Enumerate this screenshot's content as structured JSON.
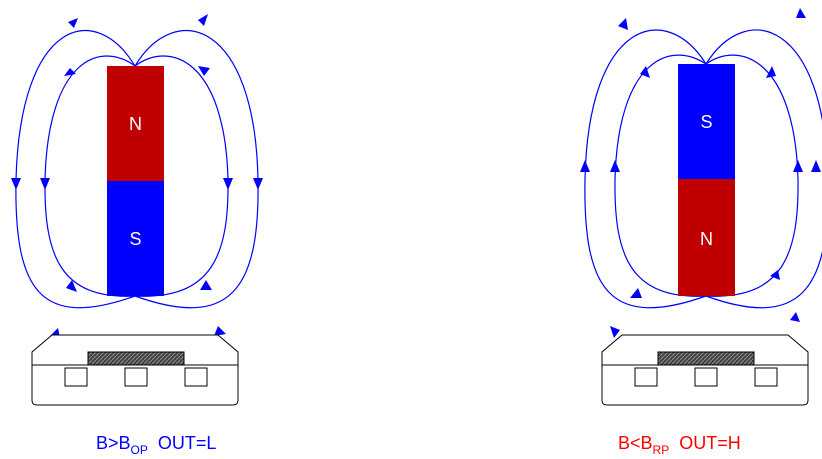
{
  "colors": {
    "north": "#c00000",
    "south": "#0000ff",
    "field_line": "#0000ff",
    "caption_left": "#0000ff",
    "caption_right": "#ff0000",
    "outline": "#000000",
    "element_fill": "#333333"
  },
  "left": {
    "top_pole": "N",
    "bottom_pole": "S",
    "caption": {
      "b": "B>B",
      "sub": "OP",
      "out": "OUT=L"
    }
  },
  "right": {
    "top_pole": "S",
    "bottom_pole": "N",
    "caption": {
      "b": "B<B",
      "sub": "RP",
      "out": "OUT=H"
    }
  }
}
